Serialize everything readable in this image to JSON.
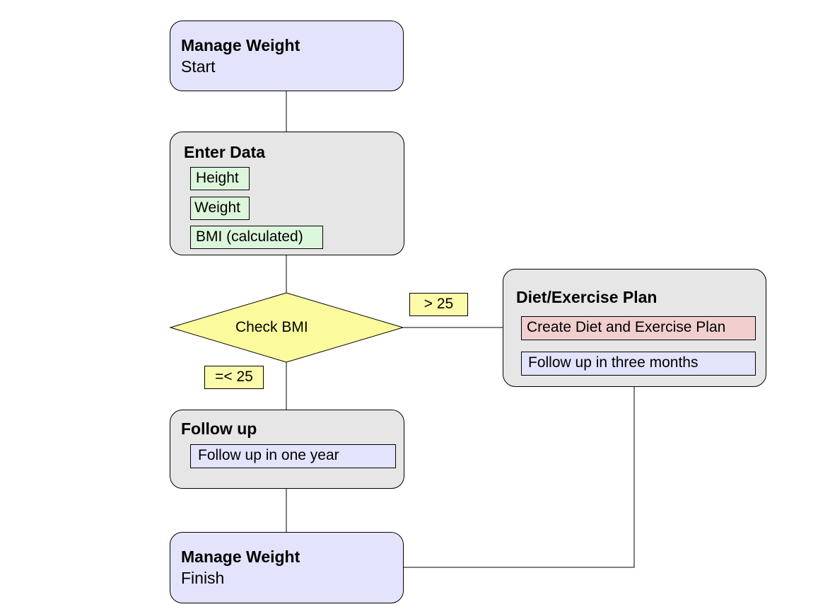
{
  "nodes": {
    "start": {
      "title": "Manage Weight",
      "subtitle": "Start"
    },
    "enter_data": {
      "title": "Enter Data",
      "fields": [
        "Height",
        "Weight",
        "BMI (calculated)"
      ]
    },
    "decision": {
      "label": "Check BMI"
    },
    "plan": {
      "title": "Diet/Exercise Plan",
      "actions": [
        "Create Diet and Exercise Plan",
        "Follow up in three months"
      ]
    },
    "follow_up": {
      "title": "Follow up",
      "actions": [
        "Follow up in one year"
      ]
    },
    "finish": {
      "title": "Manage Weight",
      "subtitle": "Finish"
    }
  },
  "edges": {
    "high_bmi_label": "> 25",
    "normal_bmi_label": "=< 25"
  },
  "colors": {
    "terminal_fill": "#e3e3fb",
    "task_fill": "#e6e6e6",
    "decision_fill": "#fbfb9e",
    "data_field_fill": "#dcf6dc",
    "create_action_fill": "#f1cfcf",
    "follow_up_action_fill": "#e3e3fb",
    "edge_label_fill": "#fbfbaa"
  }
}
